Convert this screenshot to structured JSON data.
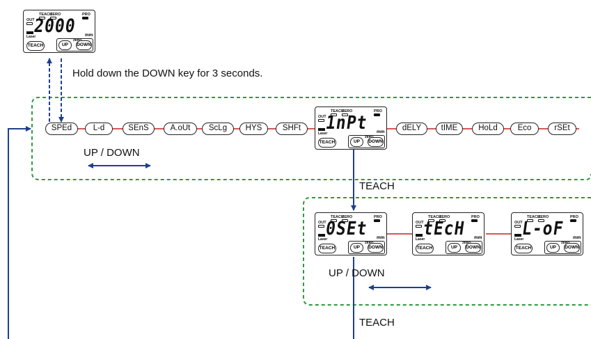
{
  "top_display": {
    "indicators": [
      "OUT",
      "TEACH",
      "ZERO",
      "PRO"
    ],
    "laser": "Laser",
    "digits": "2000",
    "unit": "mm",
    "buttons": [
      "TEACH",
      "UP",
      "ZERO",
      "DOWN"
    ]
  },
  "hold_instruction": "Hold down the DOWN key for 3 seconds.",
  "main_menu": {
    "items_left": [
      "SPEd",
      "L-d",
      "SEnS",
      "A.oUt",
      "ScLg",
      "HYS",
      "SHFt"
    ],
    "display": {
      "indicators": [
        "OUT",
        "TEACH",
        "ZERO",
        "PRO"
      ],
      "laser": "Laser",
      "digits": "1nPt",
      "unit": "mm",
      "buttons": [
        "TEACH",
        "UP",
        "ZERO",
        "DOWN"
      ]
    },
    "items_right": [
      "dELY",
      "tIME",
      "HoLd",
      "Eco",
      "rSEt"
    ],
    "nav_label": "UP / DOWN"
  },
  "teach_label_1": "TEACH",
  "sub_menu": {
    "displays": [
      {
        "indicators": [
          "OUT",
          "TEACH",
          "ZERO",
          "PRO"
        ],
        "laser": "Laser",
        "digits": "0SEt",
        "unit": "mm",
        "buttons": [
          "TEACH",
          "UP",
          "ZERO",
          "DOWN"
        ]
      },
      {
        "indicators": [
          "OUT",
          "TEACH",
          "ZERO",
          "PRO"
        ],
        "laser": "Laser",
        "digits": "tEcH",
        "unit": "mm",
        "buttons": [
          "TEACH",
          "UP",
          "ZERO",
          "DOWN"
        ]
      },
      {
        "indicators": [
          "OUT",
          "TEACH",
          "ZERO",
          "PRO"
        ],
        "laser": "Laser",
        "digits": "L-oF",
        "unit": "mm",
        "buttons": [
          "TEACH",
          "UP",
          "ZERO",
          "DOWN"
        ]
      }
    ],
    "nav_label": "UP / DOWN"
  },
  "teach_label_2": "TEACH",
  "colors": {
    "arrow": "#1f3f8c",
    "connector": "#cc1f1f",
    "dashed_frame": "#2e9a3e",
    "outline": "#222222"
  }
}
